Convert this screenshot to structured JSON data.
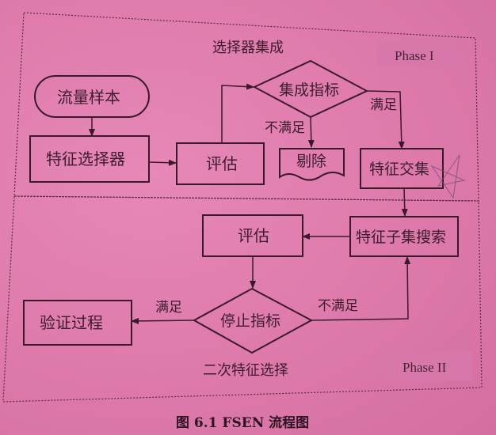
{
  "phase1": {
    "title": "选择器集成",
    "phase_label": "Phase I",
    "nodes": {
      "traffic_samples": "流量样本",
      "feature_selector": "特征选择器",
      "evaluate": "评估",
      "ensemble_metric": "集成指标",
      "remove": "剔除",
      "feature_intersection": "特征交集"
    },
    "edge_labels": {
      "not_satisfied": "不满足",
      "satisfied": "满足"
    }
  },
  "phase2": {
    "title": "二次特征选择",
    "phase_label": "Phase II",
    "nodes": {
      "evaluate": "评估",
      "subset_search": "特征子集搜索",
      "stop_metric": "停止指标",
      "verification": "验证过程"
    },
    "edge_labels": {
      "satisfied": "满足",
      "not_satisfied": "不满足"
    }
  },
  "caption": "图 6.1   FSEN 流程图",
  "colors": {
    "background": "#e17fb0",
    "stroke": "#3a1a2a",
    "phase_badge": "#d878aa"
  }
}
